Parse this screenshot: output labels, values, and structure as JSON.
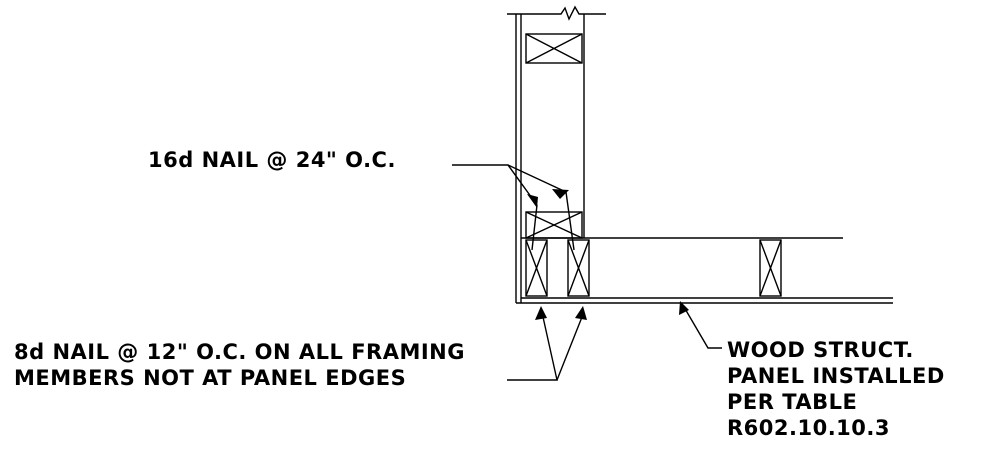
{
  "notes": {
    "nail_16d": "16d NAIL @ 24\" O.C.",
    "nail_8d": {
      "line1": "8d NAIL @ 12\" O.C. ON ALL FRAMING",
      "line2": "MEMBERS NOT AT PANEL EDGES"
    },
    "panel": {
      "line1": "WOOD STRUCT.",
      "line2": "PANEL INSTALLED",
      "line3": "PER TABLE",
      "line4": "R602.10.10.3"
    }
  },
  "colors": {
    "line": "#000000",
    "background": "#ffffff"
  }
}
